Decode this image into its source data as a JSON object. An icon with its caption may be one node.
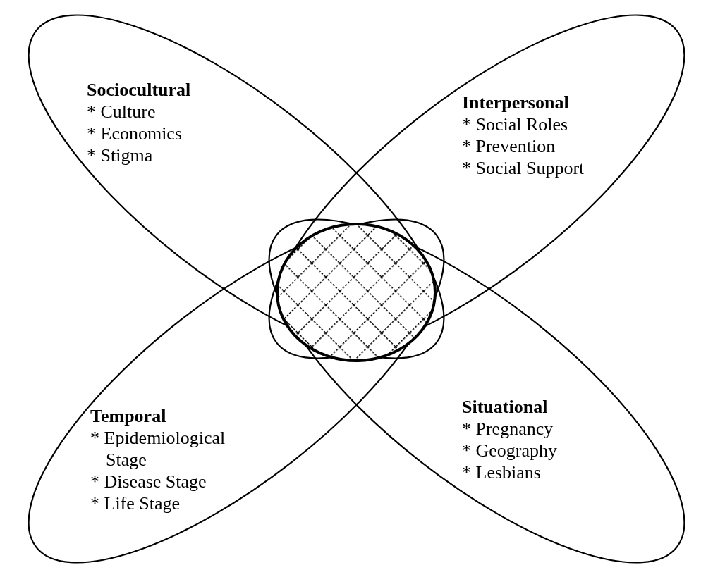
{
  "diagram": {
    "nodes": [
      {
        "text": [
          "Sociocultural",
          "* Culture",
          "* Economics",
          "* Stigma"
        ]
      },
      {
        "text": [
          "Interpersonal",
          "* Social Roles",
          "* Prevention",
          "* Social Support"
        ]
      },
      {
        "text": [
          "Temporal",
          "* Epidemiological Stage",
          "* Disease Stage",
          "* Life Stage"
        ]
      },
      {
        "text": [
          "Situational",
          "* Pregnancy",
          "* Geography",
          "* Lesbians"
        ]
      },
      {
        "text": [],
        "shape": "ellipse"
      }
    ]
  }
}
